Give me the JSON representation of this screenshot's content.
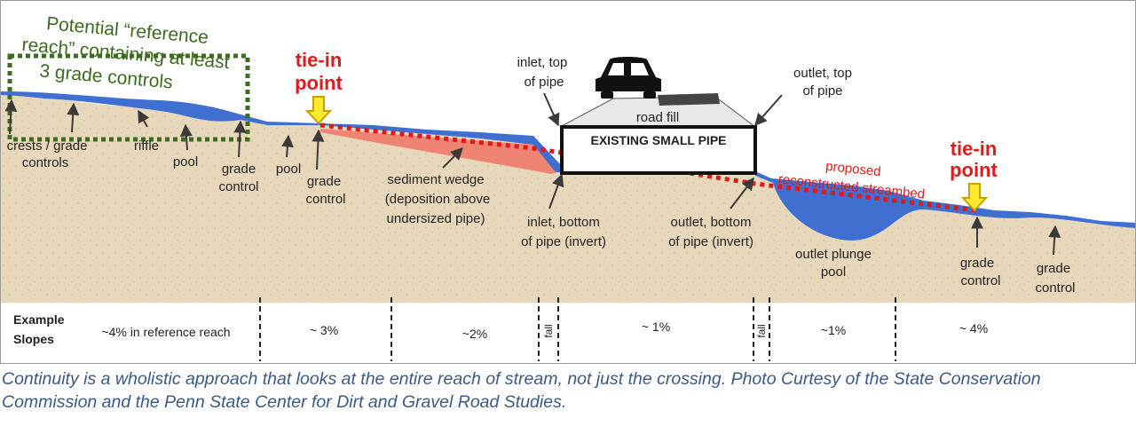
{
  "reference_reach": {
    "line1": "Potential “reference",
    "line2": "reach” containing at least",
    "line3": "3 grade controls",
    "color": "#3d6b1f"
  },
  "tie_in_left": {
    "line1": "tie-in",
    "line2": "point"
  },
  "tie_in_right": {
    "line1": "tie-in",
    "line2": "point"
  },
  "labels": {
    "crests_1": "crests / grade",
    "crests_2": "controls",
    "riffle": "riffle",
    "pool_1": "pool",
    "grade_control_1a": "grade",
    "grade_control_1b": "control",
    "pool_2": "pool",
    "grade_control_2a": "grade",
    "grade_control_2b": "control",
    "sediment_1": "sediment wedge",
    "sediment_2": "(deposition above",
    "sediment_3": "undersized pipe)",
    "inlet_top_1": "inlet, top",
    "inlet_top_2": "of pipe",
    "road_fill": "road fill",
    "pipe": "EXISTING SMALL PIPE",
    "outlet_top_1": "outlet, top",
    "outlet_top_2": "of pipe",
    "inlet_bottom_1": "inlet, bottom",
    "inlet_bottom_2": "of pipe (invert)",
    "outlet_bottom_1": "outlet, bottom",
    "outlet_bottom_2": "of pipe (invert)",
    "proposed_1": "proposed",
    "proposed_2": "reconstructed streambed",
    "plunge_1": "outlet plunge",
    "plunge_2": "pool",
    "grade_control_3a": "grade",
    "grade_control_3b": "control",
    "grade_control_4a": "grade",
    "grade_control_4b": "control"
  },
  "slopes": {
    "label_1": "Example",
    "label_2": "Slopes",
    "s1": "~4% in reference reach",
    "s2": "~ 3%",
    "s3": "~2%",
    "fall_1": "fall",
    "s4": "~ 1%",
    "fall_2": "fall",
    "s5": "~1%",
    "s6": "~ 4%"
  },
  "caption": "Continuity is a wholistic approach that looks at the entire reach of stream, not just the crossing. Photo Curtesy of the State Conservation Commission and the Penn State Center for Dirt and Gravel Road Studies.",
  "colors": {
    "water": "#3f6fd1",
    "soil": "#e7d6b8",
    "sediment": "#ef7b6b",
    "tie_in": "#e01919",
    "arrow_fill": "#ffea2e",
    "proposed": "#e01919"
  }
}
